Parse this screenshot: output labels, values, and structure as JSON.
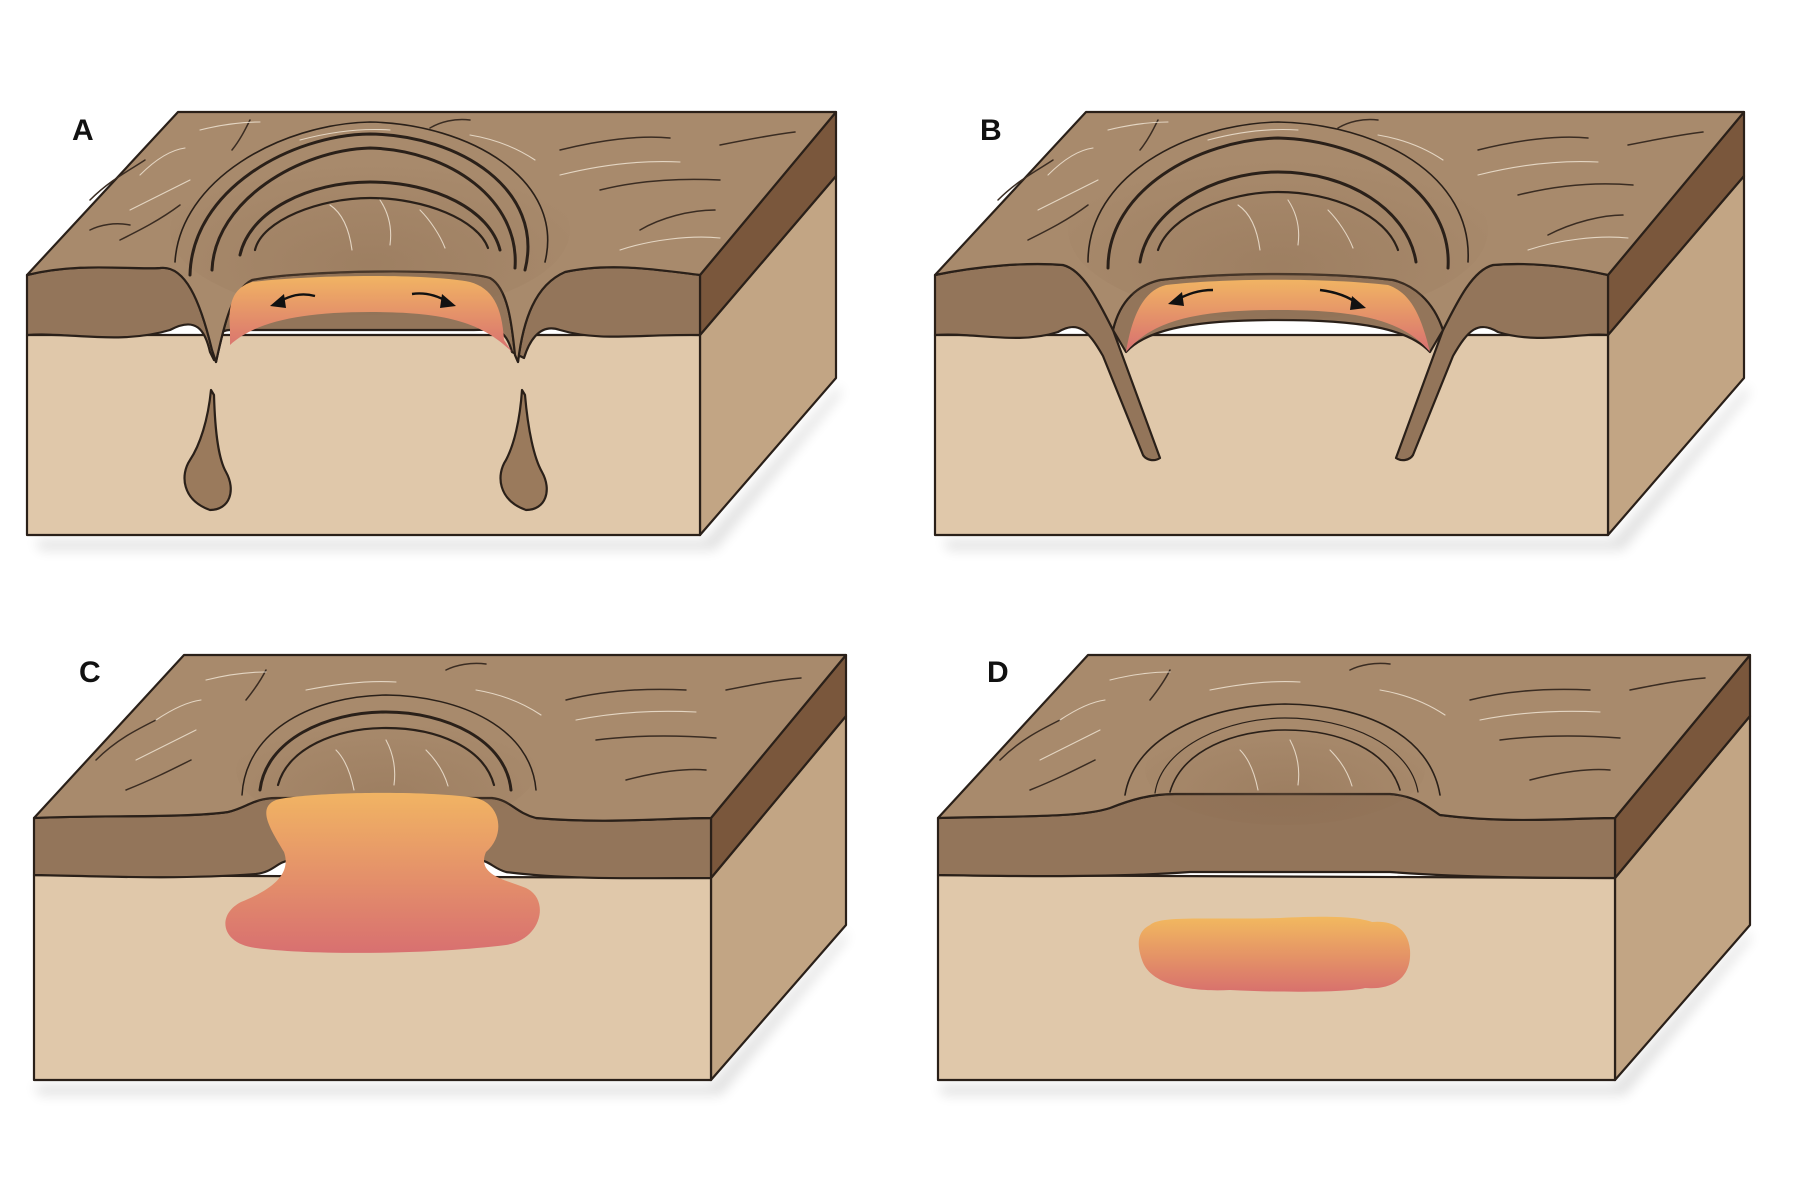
{
  "panels": [
    {
      "id": "A",
      "label": "A"
    },
    {
      "id": "B",
      "label": "B"
    },
    {
      "id": "C",
      "label": "C"
    },
    {
      "id": "D",
      "label": "D"
    }
  ],
  "colors": {
    "background": "#ffffff",
    "crust_top": "#a88a6c",
    "crust_front": "#93755a",
    "crust_side": "#7a573c",
    "mantle_front": "#e0c8aa",
    "mantle_side": "#c2a584",
    "magma_top": "#f1b463",
    "magma_bottom": "#d87070"
  },
  "icons": [
    "arrow-left-icon",
    "arrow-right-icon"
  ]
}
